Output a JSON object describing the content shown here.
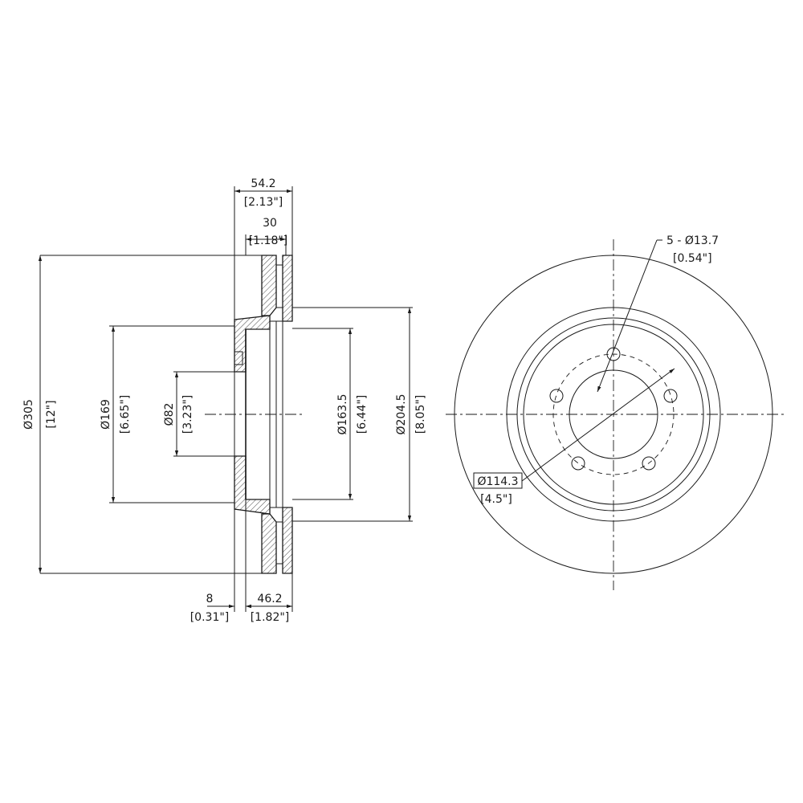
{
  "dimensions": {
    "overall_width": {
      "mm": "54.2",
      "inch": "[2.13\"]"
    },
    "disc_thickness": {
      "mm": "30",
      "inch": "[1.18\"]"
    },
    "outer_diameter": {
      "mm": "Ø305",
      "inch": "[12\"]"
    },
    "hat_diameter": {
      "mm": "Ø169",
      "inch": "[6.65\"]"
    },
    "center_bore": {
      "mm": "Ø82",
      "inch": "[3.23\"]"
    },
    "inner_hat_diameter": {
      "mm": "Ø163.5",
      "inch": "[6.44\"]"
    },
    "inner_friction_diameter": {
      "mm": "Ø204.5",
      "inch": "[8.05\"]"
    },
    "hat_offset": {
      "mm": "8",
      "inch": "[0.31\"]"
    },
    "min_height": {
      "mm": "46.2",
      "inch": "[1.82\"]"
    },
    "bolt_holes": {
      "mm": "5 - Ø13.7",
      "inch": "[0.54\"]"
    },
    "bolt_circle": {
      "mm": "Ø114.3",
      "inch": "[4.5\"]"
    }
  }
}
